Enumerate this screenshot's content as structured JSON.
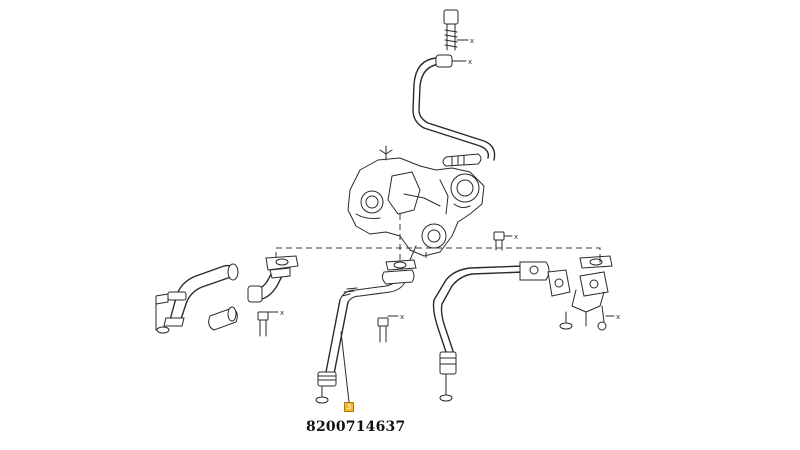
{
  "diagram": {
    "callout_number": "3",
    "part_number": "8200714637",
    "marker_symbol": "x",
    "colors": {
      "line": "#2a2a2a",
      "callout_fill": "#f2b632",
      "background": "#ffffff"
    }
  }
}
